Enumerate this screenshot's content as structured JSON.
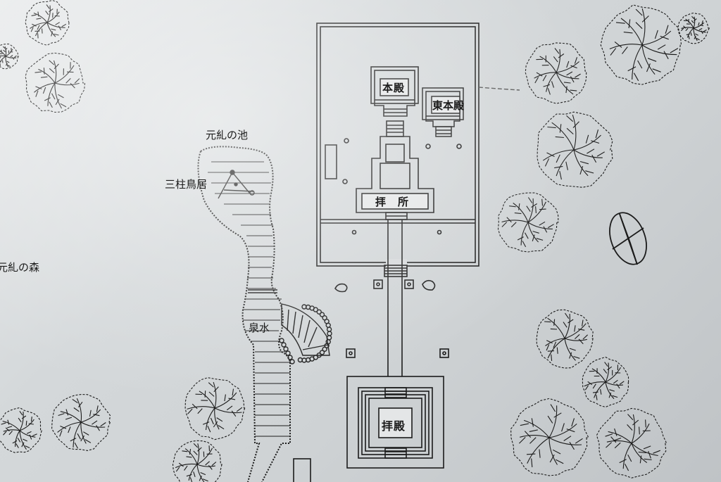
{
  "map": {
    "labels": {
      "pond": "元糺の池",
      "torii": "三柱鳥居",
      "forest": "元糺の森",
      "spring": "泉水",
      "honden": "本殿",
      "higashi_honden": "東本殿",
      "haisho": "拝　所",
      "haiden": "拝殿"
    },
    "colors": {
      "ink": "#1b1b1b",
      "plate": "#d6d9db"
    },
    "icons": {
      "north_arrow": "compass-north-arrow-icon",
      "trees": "tree-symbol-icon"
    }
  }
}
